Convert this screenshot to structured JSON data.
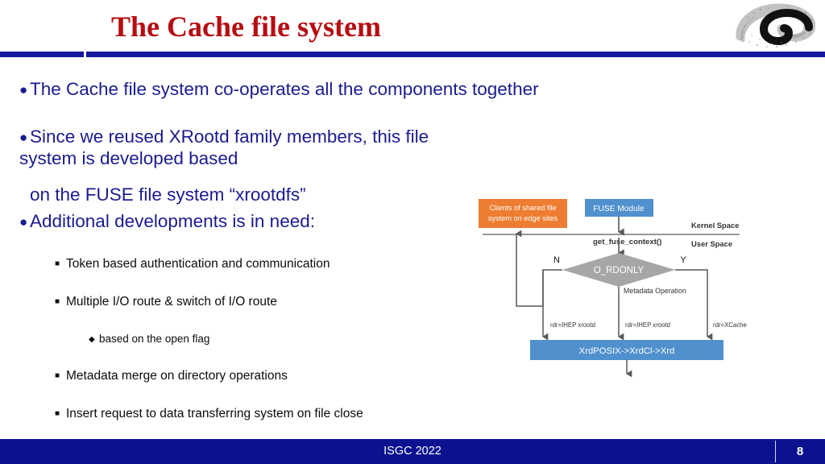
{
  "slide": {
    "title": "The Cache file system",
    "logo_icon": "ihep-galaxy-logo-icon",
    "accent_blue": "#15189c",
    "title_red": "#b60d11",
    "body_blue": "#1b1b8f"
  },
  "bullets": {
    "b1": "The Cache file system co-operates all the components together",
    "b2_line1": "Since we reused XRootd family members, this file system is developed based",
    "b2_line2": "on the FUSE file system “xrootdfs”",
    "b3": "Additional developments is in need:",
    "sub1": "Token based authentication and communication",
    "sub2": "Multiple I/O route & switch of I/O route",
    "sub2a": "based on the open flag",
    "sub3": "Metadata merge on directory operations",
    "sub4": "Insert request to data transferring system on file close",
    "marker_level1": "●",
    "marker_level2": "■",
    "marker_level3": "◆"
  },
  "diagram": {
    "title": "xrootdfs FUSE I/O routing flow",
    "nodes": {
      "clients_box_line1": "Clients of shared file",
      "clients_box_line2": "system on edge sites",
      "fuse_box": "FUSE Module",
      "decision": "O_RDONLY",
      "bottom_box": "XrdPOSIX->XrdCl->Xrd"
    },
    "labels": {
      "kernel_space": "Kernel Space",
      "user_space": "User Space",
      "get_fuse_context": "get_fuse_context()",
      "branch_no": "N",
      "branch_yes": "Y",
      "metadata_operation": "Metadata Operation",
      "rdr_left": "rdr=IHEP xrootd",
      "rdr_mid": "rdr=IHEP xrootd",
      "rdr_right": "rdr=XCache"
    },
    "colors": {
      "orange_box": "#ed7d31",
      "blue_box": "#4f90cd",
      "gray_diamond": "#a6a6a6",
      "line": "#595959"
    }
  },
  "footer": {
    "conference": "ISGC 2022",
    "page_number": "8"
  }
}
